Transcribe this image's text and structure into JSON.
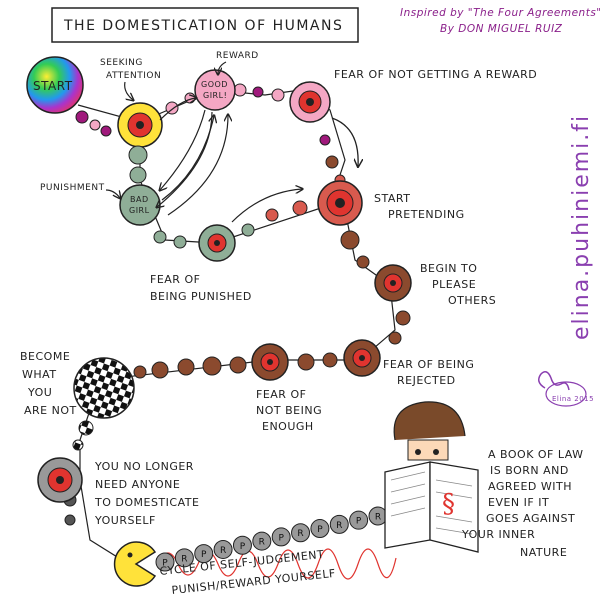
{
  "title": "THE DOMESTICATION OF HUMANS",
  "credit": {
    "line1": "Inspired by \"The Four Agreements\"",
    "line2": "By DON MIGUEL RUIZ"
  },
  "side_url": "elina.puhiniemi.fi",
  "signature": "Elina 2015",
  "nodes": {
    "start": "START",
    "good_girl_1": "GOOD",
    "good_girl_2": "GIRL!",
    "bad_girl_1": "BAD",
    "bad_girl_2": "GIRL"
  },
  "labels": {
    "seeking_1": "SEEKING",
    "seeking_2": "ATTENTION",
    "reward": "REWARD",
    "punishment": "PUNISHMENT",
    "fear_not_reward": "FEAR OF NOT GETTING A REWARD",
    "start_pretending_1": "START",
    "start_pretending_2": "PRETENDING",
    "fear_punished_1": "FEAR OF",
    "fear_punished_2": "BEING PUNISHED",
    "begin_please_1": "BEGIN TO",
    "begin_please_2": "PLEASE",
    "begin_please_3": "OTHERS",
    "fear_rejected_1": "FEAR OF BEING",
    "fear_rejected_2": "REJECTED",
    "fear_enough_1": "FEAR OF",
    "fear_enough_2": "NOT BEING",
    "fear_enough_3": "ENOUGH",
    "become_1": "BECOME",
    "become_2": "WHAT",
    "become_3": "YOU",
    "become_4": "ARE NOT",
    "no_longer_1": "YOU NO LONGER",
    "no_longer_2": "NEED ANYONE",
    "no_longer_3": "TO DOMESTICATE",
    "no_longer_4": "YOURSELF",
    "book_1": "A BOOK OF LAW",
    "book_2": "IS BORN AND",
    "book_3": "AGREED WITH",
    "book_4": "EVEN IF IT",
    "book_5": "GOES AGAINST",
    "book_6": "YOUR INNER",
    "book_7": "NATURE",
    "cycle_1": "CYCLE OF SELF-JUDGEMENT",
    "cycle_2": "PUNISH/REWARD YOURSELF"
  },
  "pr_letters": [
    "P",
    "R",
    "P",
    "R",
    "P",
    "R",
    "P",
    "R",
    "P",
    "R",
    "P",
    "R"
  ],
  "colors": {
    "magenta_bead": "#a0197c",
    "pink_bead": "#f4a7c4",
    "sage_bead": "#8fae97",
    "coral": "#d85a4e",
    "brown": "#8b4a2e",
    "red": "#e0342f",
    "yellow": "#ffe23a"
  }
}
